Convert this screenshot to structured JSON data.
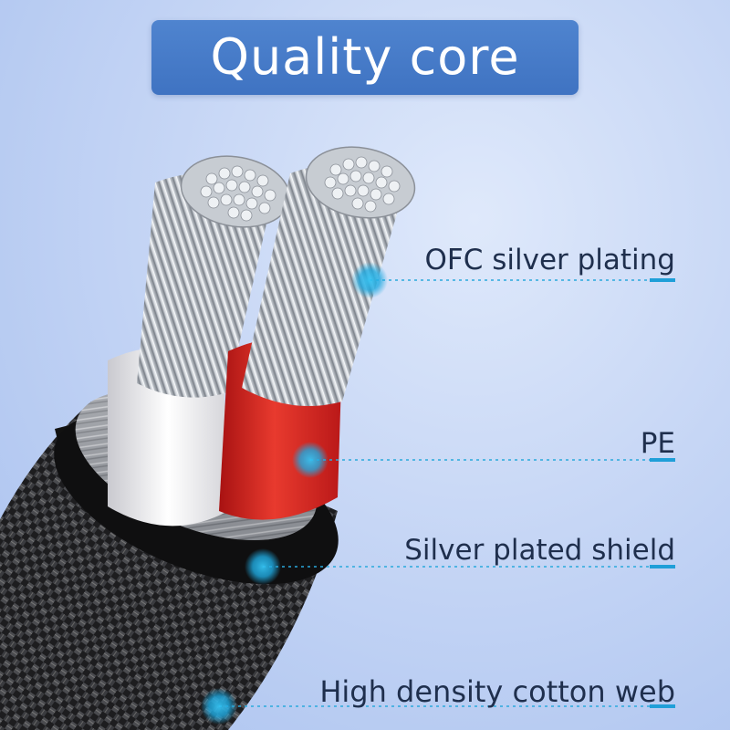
{
  "title": "Quality core",
  "labels": [
    "OFC silver plating",
    "PE",
    "Silver plated shield",
    "High density cotton web"
  ],
  "colors": {
    "background": "#c6d6f5",
    "banner": "#4a7ecb",
    "accent": "#25b7e8",
    "insulation_red": "#d61f1f",
    "insulation_white": "#ecebee",
    "jacket": "#222222"
  }
}
